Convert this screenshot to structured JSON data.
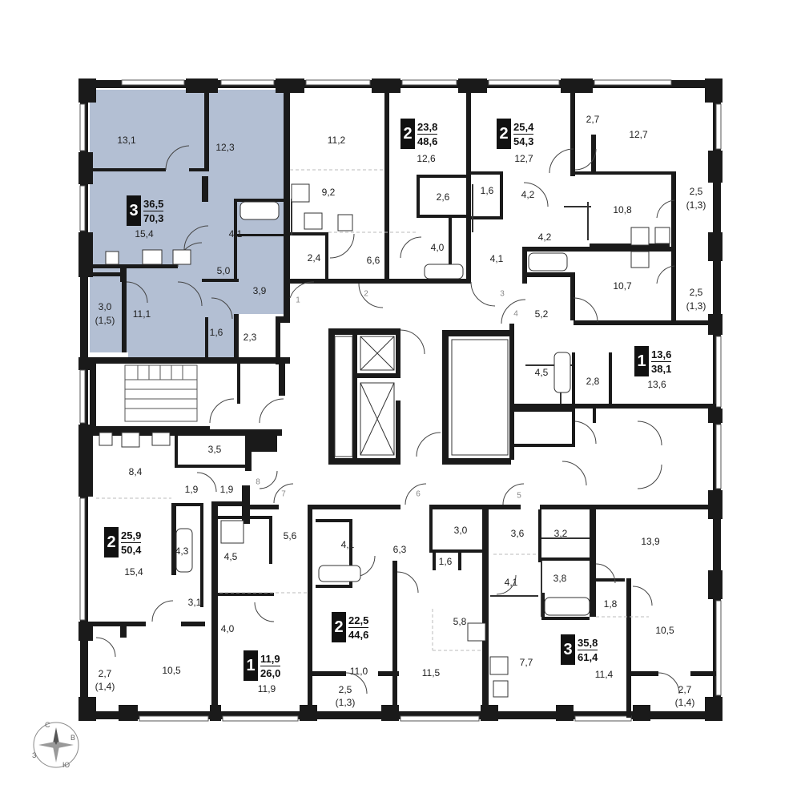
{
  "colors": {
    "highlight": "#b3bfd3",
    "wall": "#1a1a1a",
    "badge_bg": "#111111"
  },
  "apartments": [
    {
      "rooms": "3",
      "living": "36,5",
      "total": "70,3"
    },
    {
      "rooms": "2",
      "living": "23,8",
      "total": "48,6"
    },
    {
      "rooms": "2",
      "living": "25,4",
      "total": "54,3"
    },
    {
      "rooms": "1",
      "living": "13,6",
      "total": "38,1"
    },
    {
      "rooms": "2",
      "living": "25,9",
      "total": "50,4"
    },
    {
      "rooms": "1",
      "living": "11,9",
      "total": "26,0"
    },
    {
      "rooms": "2",
      "living": "22,5",
      "total": "44,6"
    },
    {
      "rooms": "3",
      "living": "35,8",
      "total": "61,4"
    }
  ],
  "room_areas": [
    "13,1",
    "12,3",
    "15,4",
    "3,0",
    "(1,5)",
    "11,1",
    "4,1",
    "5,0",
    "3,9",
    "1,6",
    "2,3",
    "11,2",
    "9,2",
    "2,4",
    "6,6",
    "12,6",
    "2,6",
    "4,0",
    "12,7",
    "1,6",
    "4,2",
    "4,1",
    "2,7",
    "12,7",
    "10,8",
    "4,2",
    "2,5",
    "(1,3)",
    "10,7",
    "2,5",
    "(1,3)",
    "5,2",
    "13,6",
    "4,5",
    "2,8",
    "8,4",
    "3,5",
    "1,9",
    "1,9",
    "15,4",
    "4,3",
    "3,1",
    "10,5",
    "2,7",
    "(1,4)",
    "5,6",
    "4,5",
    "4,0",
    "11,9",
    "4,1",
    "6,3",
    "3,0",
    "1,6",
    "5,8",
    "11,0",
    "11,5",
    "2,5",
    "(1,3)",
    "3,6",
    "3,2",
    "13,9",
    "4,1",
    "3,8",
    "1,8",
    "7,7",
    "10,5",
    "11,4",
    "2,7",
    "(1,4)"
  ],
  "door_numbers": [
    "1",
    "2",
    "3",
    "4",
    "5",
    "6",
    "7",
    "8"
  ],
  "compass": {
    "n": "С",
    "e": "В",
    "s": "Ю",
    "w": "З"
  }
}
